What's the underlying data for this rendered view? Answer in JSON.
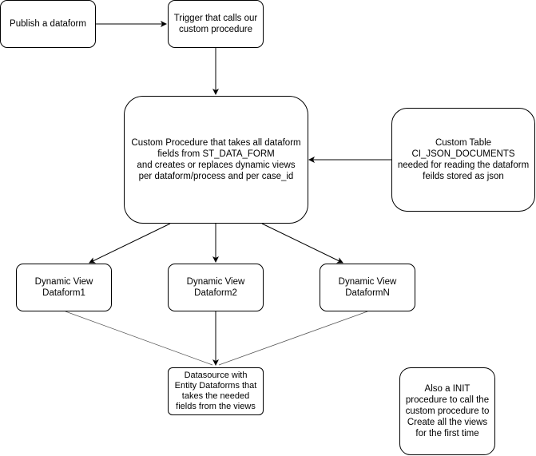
{
  "diagram": {
    "nodes": {
      "publish": {
        "lines": [
          "Publish a dataform"
        ]
      },
      "trigger": {
        "lines": [
          "Trigger that calls our",
          "custom procedure"
        ]
      },
      "procedure": {
        "lines": [
          "Custom Procedure that takes all dataform",
          "fields from ST_DATA_FORM",
          "and creates or replaces dynamic views",
          "per dataform/process and per case_id"
        ]
      },
      "custom_table": {
        "lines": [
          "Custom Table",
          "CI_JSON_DOCUMENTS",
          "needed for reading the dataform",
          "feilds stored as json"
        ]
      },
      "view1": {
        "lines": [
          "Dynamic View",
          "Dataform1"
        ]
      },
      "view2": {
        "lines": [
          "Dynamic View",
          "Dataform2"
        ]
      },
      "viewN": {
        "lines": [
          "Dynamic View",
          "DataformN"
        ]
      },
      "datasource": {
        "lines": [
          "Datasource with",
          "Entity Dataforms that",
          "takes the needed",
          "fields from the views"
        ]
      },
      "init": {
        "lines": [
          "Also a INIT",
          "procedure to call the",
          "custom procedure to",
          "Create all the views",
          "for the first time"
        ]
      }
    },
    "edges": [
      {
        "from": "publish",
        "to": "trigger",
        "arrow": true
      },
      {
        "from": "trigger",
        "to": "procedure",
        "arrow": true
      },
      {
        "from": "custom_table",
        "to": "procedure",
        "arrow": true
      },
      {
        "from": "procedure",
        "to": "view1",
        "arrow": true
      },
      {
        "from": "procedure",
        "to": "view2",
        "arrow": true
      },
      {
        "from": "procedure",
        "to": "viewN",
        "arrow": true
      },
      {
        "from": "view1",
        "to": "datasource",
        "arrow": false
      },
      {
        "from": "view2",
        "to": "datasource",
        "arrow": true
      },
      {
        "from": "viewN",
        "to": "datasource",
        "arrow": false
      }
    ],
    "colors": {
      "stroke": "#000000",
      "faint_stroke": "#555555",
      "background": "#ffffff"
    }
  }
}
